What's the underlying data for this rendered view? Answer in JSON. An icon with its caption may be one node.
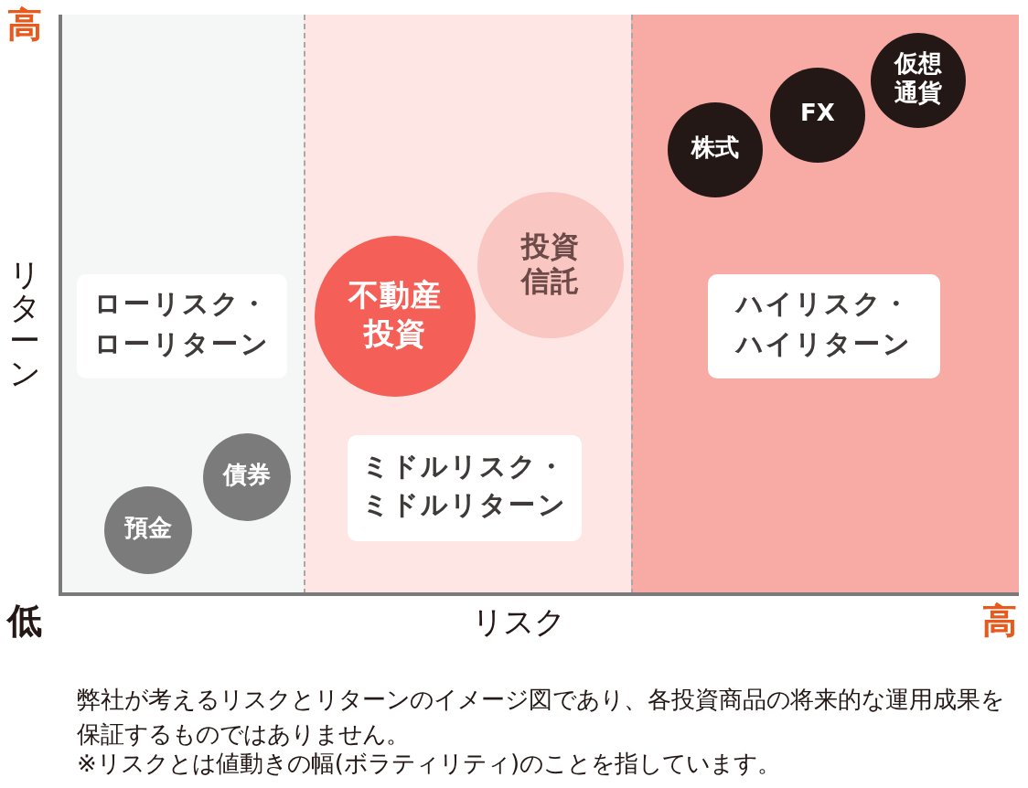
{
  "diagram": {
    "caption": "弊社が考えるリスクとリターンのイメージ図であり、各投資商品の将来的な運用成果を保証するものではありません。",
    "nodes": [
      {
        "text": [
          "ローリスク・ローリターン"
        ]
      },
      {
        "text": [
          "預金"
        ]
      },
      {
        "text": [
          "債券"
        ]
      },
      {
        "text": [
          "不動産投資"
        ]
      },
      {
        "text": [
          "投資信託"
        ]
      },
      {
        "text": [
          "ミドルリスク・ミドルリターン"
        ]
      },
      {
        "text": [
          "株式"
        ]
      },
      {
        "text": [
          "FX"
        ]
      },
      {
        "text": [
          "仮想通貨"
        ]
      },
      {
        "text": [
          "ハイリスク・ハイリターン"
        ]
      }
    ],
    "labels": [
      "高",
      "リターン",
      "低",
      "リスク",
      "高",
      "※リスクとは値動きの幅(ボラティリティ)のことを指しています。"
    ]
  }
}
